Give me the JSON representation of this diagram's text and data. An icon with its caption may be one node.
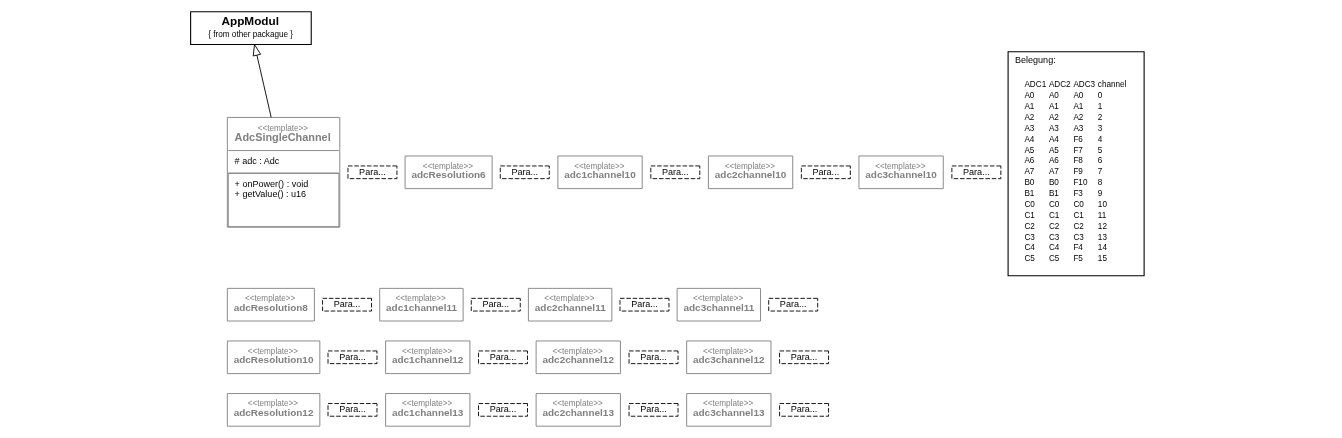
{
  "diagram": {
    "nodes": [
      {
        "text": [
          "AppModul",
          "{ from other packague }"
        ]
      },
      {
        "text": [
          "<<template>>",
          "AdcSingleChannel",
          "# adc : Adc",
          "+ onPower() : void",
          "+ getValue() : u16"
        ]
      },
      {
        "text": [
          "Para..."
        ]
      },
      {
        "text": [
          "<<template>>",
          "adcResolution6"
        ]
      },
      {
        "text": [
          "Para..."
        ]
      },
      {
        "text": [
          "<<template>>",
          "adc1channel10"
        ]
      },
      {
        "text": [
          "Para..."
        ]
      },
      {
        "text": [
          "<<template>>",
          "adc2channel10"
        ]
      },
      {
        "text": [
          "Para..."
        ]
      },
      {
        "text": [
          "<<template>>",
          "adc3channel10"
        ]
      },
      {
        "text": [
          "Para..."
        ]
      },
      {
        "text": [
          "<<template>>",
          "adcResolution8"
        ]
      },
      {
        "text": [
          "Para..."
        ]
      },
      {
        "text": [
          "<<template>>",
          "adc1channel11"
        ]
      },
      {
        "text": [
          "Para..."
        ]
      },
      {
        "text": [
          "<<template>>",
          "adc2channel11"
        ]
      },
      {
        "text": [
          "Para..."
        ]
      },
      {
        "text": [
          "<<template>>",
          "adc3channel11"
        ]
      },
      {
        "text": [
          "Para..."
        ]
      },
      {
        "text": [
          "<<template>>",
          "adcResolution10"
        ]
      },
      {
        "text": [
          "Para..."
        ]
      },
      {
        "text": [
          "<<template>>",
          "adc1channel12"
        ]
      },
      {
        "text": [
          "Para..."
        ]
      },
      {
        "text": [
          "<<template>>",
          "adc2channel12"
        ]
      },
      {
        "text": [
          "Para..."
        ]
      },
      {
        "text": [
          "<<template>>",
          "adc3channel12"
        ]
      },
      {
        "text": [
          "Para..."
        ]
      },
      {
        "text": [
          "<<template>>",
          "adcResolution12"
        ]
      },
      {
        "text": [
          "Para..."
        ]
      },
      {
        "text": [
          "<<template>>",
          "adc1channel13"
        ]
      },
      {
        "text": [
          "Para..."
        ]
      },
      {
        "text": [
          "<<template>>",
          "adc2channel13"
        ]
      },
      {
        "text": [
          "Para..."
        ]
      },
      {
        "text": [
          "<<template>>",
          "adc3channel13"
        ]
      },
      {
        "text": [
          "Para..."
        ]
      },
      {
        "text": [
          "Belegung:"
        ]
      }
    ],
    "edges": [
      {
        "from": 1,
        "to": 0,
        "arrow": "to"
      }
    ],
    "labels": [
      "ADC1",
      "ADC2",
      "ADC3",
      "channel",
      "A0",
      "A0",
      "A0",
      "0",
      "A1",
      "A1",
      "A1",
      "1",
      "A2",
      "A2",
      "A2",
      "2",
      "A3",
      "A3",
      "A3",
      "3",
      "A4",
      "A4",
      "F6",
      "4",
      "A5",
      "A5",
      "F7",
      "5",
      "A6",
      "A6",
      "F8",
      "6",
      "A7",
      "A7",
      "F9",
      "7",
      "B0",
      "B0",
      "F10",
      "8",
      "B1",
      "B1",
      "F3",
      "9",
      "C0",
      "C0",
      "C0",
      "10",
      "C1",
      "C1",
      "C1",
      "11",
      "C2",
      "C2",
      "C2",
      "12",
      "C3",
      "C3",
      "C3",
      "13",
      "C4",
      "C4",
      "F4",
      "14",
      "C5",
      "C5",
      "F5",
      "15"
    ]
  }
}
